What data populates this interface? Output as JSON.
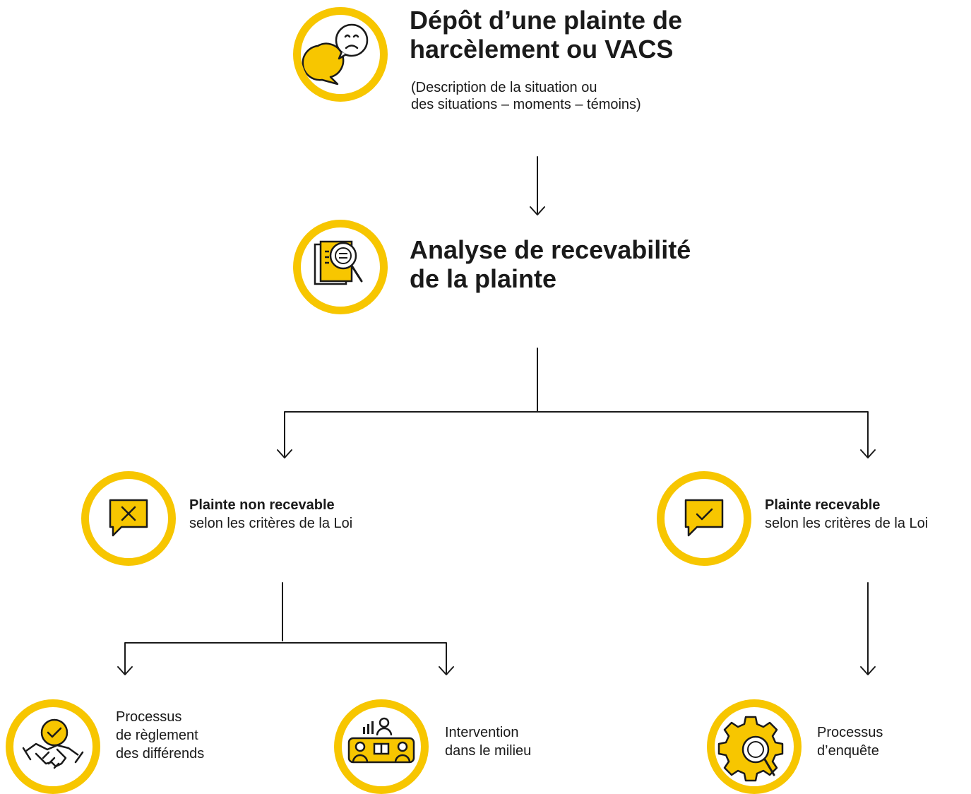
{
  "colors": {
    "accent": "#f7c600",
    "line": "#1a1a1a",
    "text": "#1a1a1a"
  },
  "step1": {
    "icon": "sad-speech-bubble-icon",
    "title_lines": [
      "Dépôt d’une plainte de",
      "harcèlement ou VACS"
    ],
    "subtitle_lines": [
      "(Description de la situation ou",
      "des situations – moments – témoins)"
    ]
  },
  "step2": {
    "icon": "document-magnifier-icon",
    "title_lines": [
      "Analyse de recevabilité",
      "de la plainte"
    ]
  },
  "branch_left": {
    "icon": "x-speech-bubble-icon",
    "title": "Plainte non recevable",
    "text": "selon les critères de la Loi"
  },
  "branch_right": {
    "icon": "check-speech-bubble-icon",
    "title": "Plainte recevable",
    "text": "selon les critères de la Loi"
  },
  "outcome_dispute": {
    "icon": "handshake-check-icon",
    "lines": [
      "Processus",
      "de règlement",
      "des différends"
    ]
  },
  "outcome_intervention": {
    "icon": "meeting-table-icon",
    "lines": [
      "Intervention",
      "dans le milieu"
    ]
  },
  "outcome_investigation": {
    "icon": "gear-magnifier-icon",
    "lines": [
      "Processus",
      "d’enquête"
    ]
  }
}
